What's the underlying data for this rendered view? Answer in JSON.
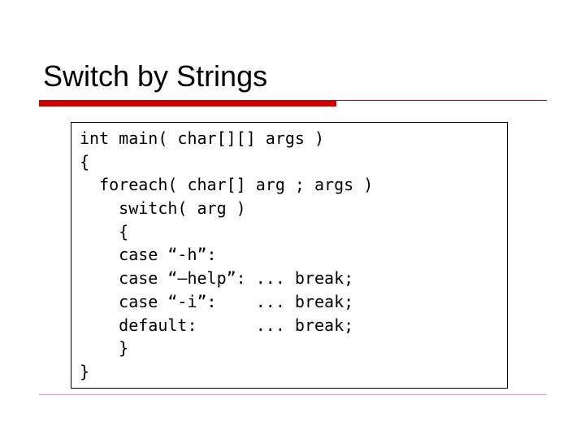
{
  "slide": {
    "title": "Switch by Strings",
    "accent_color": "#cc0000",
    "code_lines": [
      "int main( char[][] args )",
      "{",
      "  foreach( char[] arg ; args )",
      "    switch( arg )",
      "    {",
      "    case “-h”:",
      "    case “–help”: ... break;",
      "    case “-i”:    ... break;",
      "    default:      ... break;",
      "    }",
      "}"
    ]
  }
}
